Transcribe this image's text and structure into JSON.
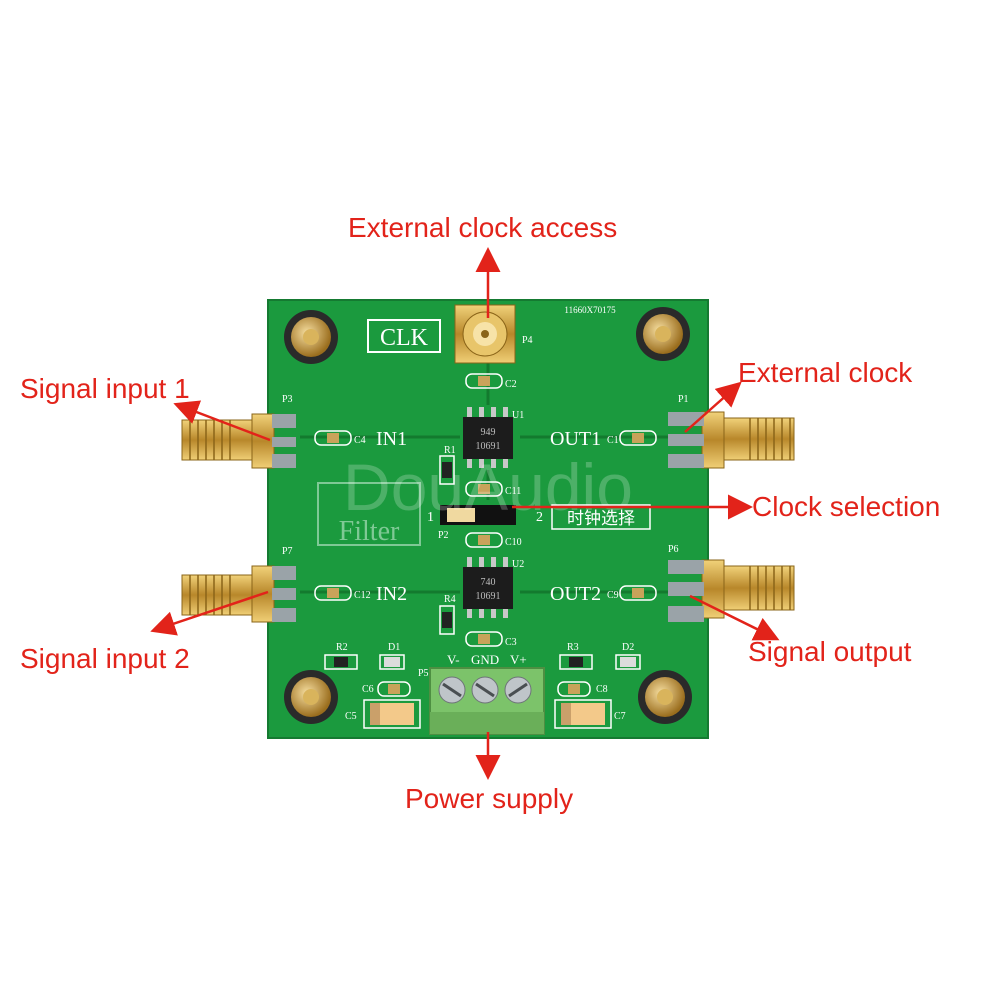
{
  "callouts": {
    "external_clock_access": "External clock access",
    "signal_input_1": "Signal input 1",
    "external_clock": "External clock",
    "clock_selection": "Clock selection",
    "signal_input_2": "Signal input 2",
    "signal_output": "Signal output",
    "power_supply": "Power supply"
  },
  "board": {
    "serial": "11660X70175",
    "clk": "CLK",
    "in1": "IN1",
    "in2": "IN2",
    "out1": "OUT1",
    "out2": "OUT2",
    "clock_select_cn": "时钟选择",
    "filter": "Filter",
    "jumper_1": "1",
    "jumper_2": "2",
    "v_minus": "V-",
    "gnd": "GND",
    "v_plus": "V+",
    "refs": {
      "p1": "P1",
      "p2": "P2",
      "p3": "P3",
      "p4": "P4",
      "p5": "P5",
      "p6": "P6",
      "p7": "P7",
      "u1": "U1",
      "u2": "U2",
      "r1": "R1",
      "r2": "R2",
      "r3": "R3",
      "r4": "R4",
      "d1": "D1",
      "d2": "D2",
      "c1": "C1",
      "c2": "C2",
      "c3": "C3",
      "c4": "C4",
      "c5": "C5",
      "c6": "C6",
      "c7": "C7",
      "c8": "C8",
      "c9": "C9",
      "c10": "C10",
      "c11": "C11",
      "c12": "C12"
    },
    "chip_u1": [
      "949",
      "10691"
    ],
    "chip_u2": [
      "740",
      "10691"
    ]
  },
  "watermark": "DouAudio",
  "colors": {
    "pcb": "#1b9a3e",
    "callout_text": "#e2231a",
    "gold": "#c9a03a",
    "terminal": "#7cc36a"
  }
}
